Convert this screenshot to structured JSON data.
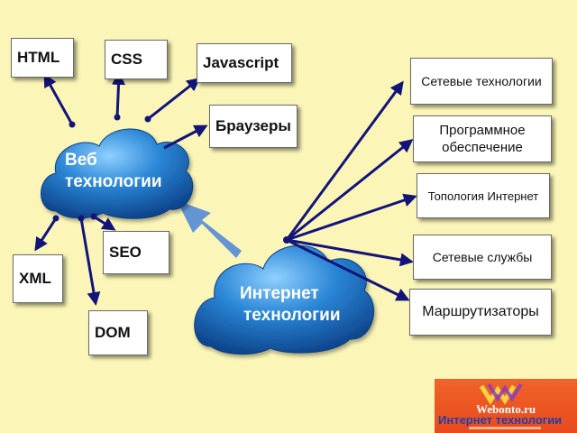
{
  "web_cloud": {
    "line1": "Веб",
    "line2": "технологии"
  },
  "inet_cloud": {
    "line1": "Интернет",
    "line2": "технологии"
  },
  "web_items": {
    "html": "HTML",
    "css": "CSS",
    "javascript": "Javascript",
    "browsers": "Браузеры",
    "xml": "XML",
    "seo": "SEO",
    "dom": "DOM"
  },
  "inet_items": {
    "net_tech": "Сетевые технологии",
    "software_line1": "Программное",
    "software_line2": "обеспечение",
    "topology": "Топология Интернет",
    "services": "Сетевые службы",
    "routers": "Маршрутизаторы"
  },
  "logo": {
    "site": "Webonto.ru",
    "title": "Интернет технологии"
  },
  "colors": {
    "background": "#fbf6b8",
    "arrow": "#12147a",
    "cloud": "#1a6bb8",
    "big_arrow": "#5b8fd6",
    "logo_bg": "#ec5522"
  }
}
